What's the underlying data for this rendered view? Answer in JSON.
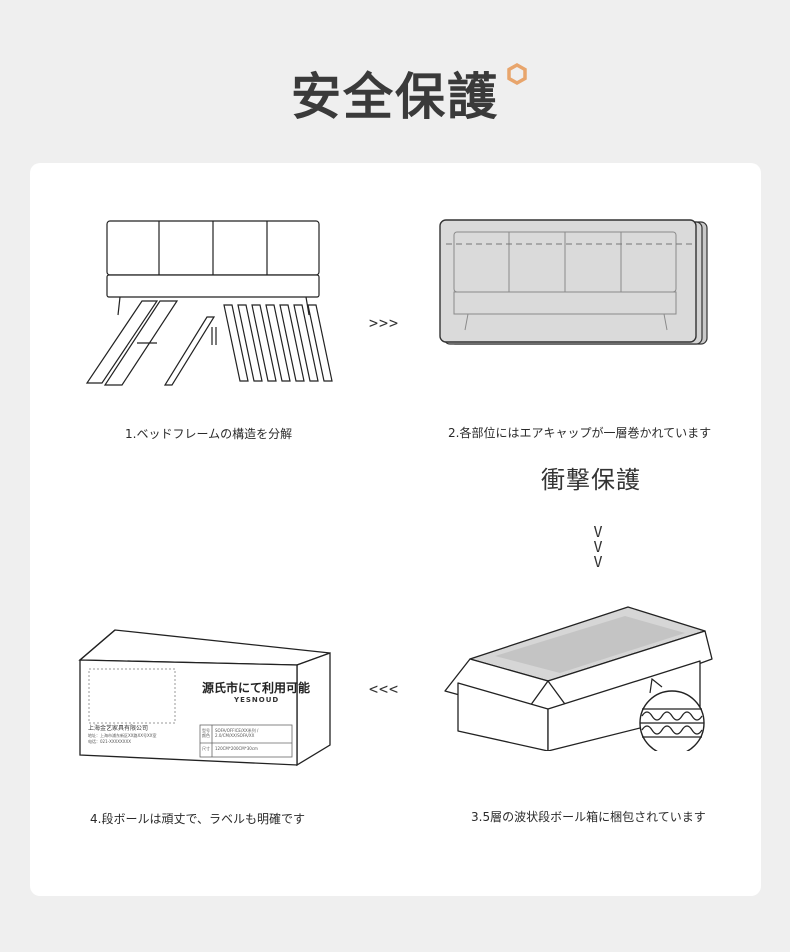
{
  "title": "安全保護",
  "accent_color": "#e8a56c",
  "steps": [
    {
      "caption": "1.ベッドフレームの構造を分解",
      "icon": "disassembled-bed-frame-icon"
    },
    {
      "caption": "2.各部位にはエアキャップが一層巻かれています",
      "icon": "bubble-wrapped-bed-icon"
    },
    {
      "caption": "3.5層の波状段ボール箱に梱包されています",
      "icon": "corrugated-box-icon"
    },
    {
      "caption": "4.段ボールは頑丈で、ラベルも明確です",
      "icon": "labeled-box-icon"
    }
  ],
  "impact_label": "衝撃保護",
  "arrows": {
    "right": ">>>",
    "left": "<<<",
    "down": [
      "V",
      "V",
      "V"
    ]
  },
  "box_label": {
    "headline": "源氏市にて利用可能",
    "brand": "YESNOUD",
    "company": "上海金艺家具有限公司",
    "address": "地址：上海市浦东新区XX路XX号XX室",
    "phone": "电话：021-XXXXXXXX",
    "row1_head": "型号\n颜色",
    "row1_text": "SOFA/OFFICE/XX系列 / 2.0/CM/XX/SOFA/XX",
    "row2_head": "尺寸",
    "row2_text": "120CM*200CM*30cm"
  }
}
